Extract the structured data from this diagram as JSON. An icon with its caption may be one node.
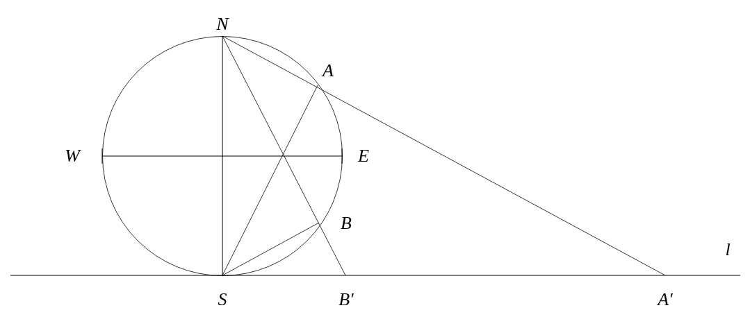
{
  "diagram": {
    "labels": [
      "N",
      "A",
      "W",
      "E",
      "B",
      "l",
      "S",
      "B′",
      "A′"
    ]
  }
}
